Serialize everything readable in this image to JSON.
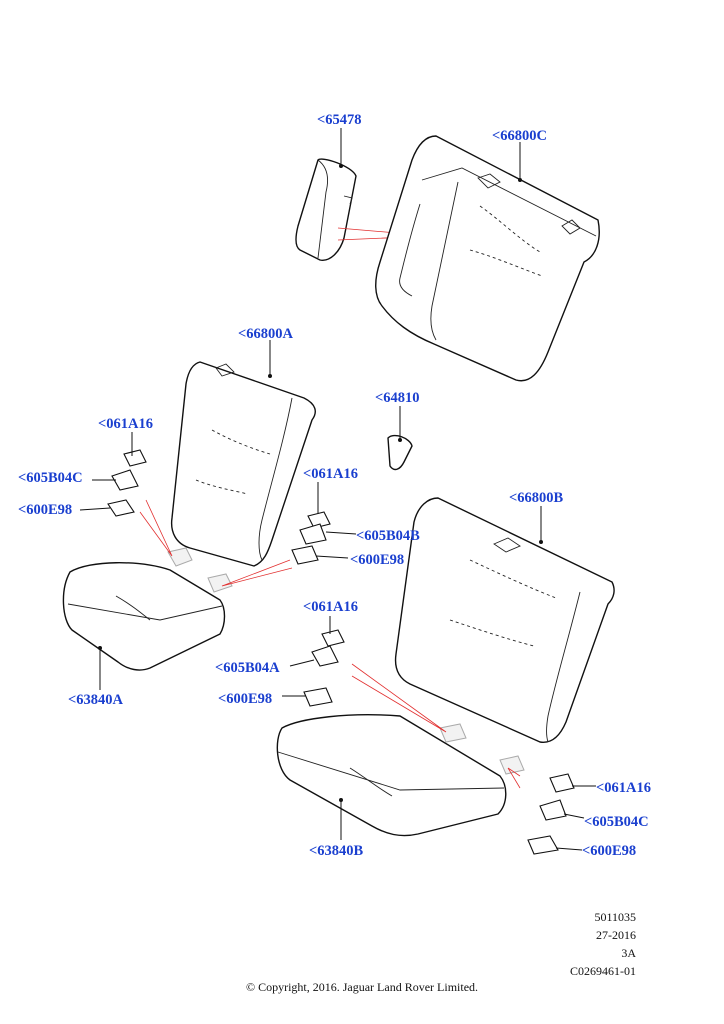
{
  "labels": {
    "l65478": "<65478",
    "l66800C": "<66800C",
    "l66800A": "<66800A",
    "l64810": "<64810",
    "l061A16_left": "<061A16",
    "l605B04C_left": "<605B04C",
    "l600E98_left": "<600E98",
    "l061A16_mid": "<061A16",
    "l605B04B": "<605B04B",
    "l600E98_mid": "<600E98",
    "l66800B": "<66800B",
    "l061A16_low": "<061A16",
    "l605B04A": "<605B04A",
    "l600E98_low": "<600E98",
    "l63840A": "<63840A",
    "l63840B": "<63840B",
    "l061A16_right": "<061A16",
    "l605B04C_right": "<605B04C",
    "l600E98_right": "<600E98"
  },
  "meta": {
    "line1": "5011035",
    "line2": "27-2016",
    "line3": "3A",
    "line4": "C0269461-01"
  },
  "copyright": "© Copyright, 2016. Jaguar Land Rover Limited.",
  "colors": {
    "label": "#1a3fcf",
    "leader_red": "#e23030"
  }
}
